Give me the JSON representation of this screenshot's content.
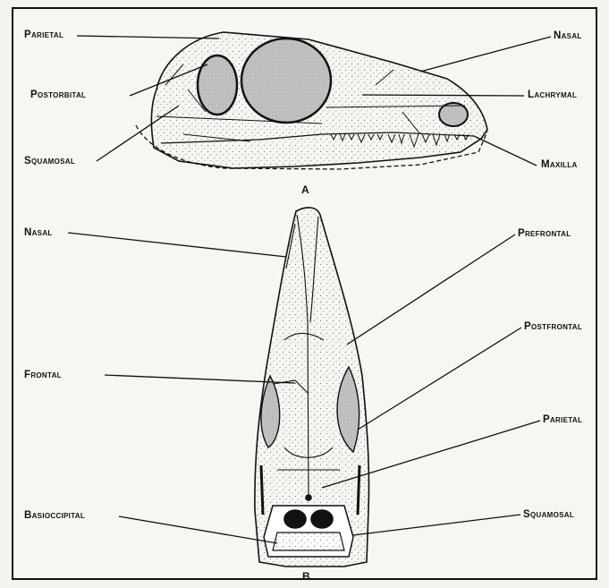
{
  "figure_a": {
    "caption": "A",
    "labels": {
      "parietal": "Parietal",
      "postorbital": "Postorbital",
      "squamosal": "Squamosal",
      "nasal": "Nasal",
      "lachrymal": "Lachrymal",
      "maxilla": "Maxilla"
    }
  },
  "figure_b": {
    "caption": "B",
    "labels": {
      "nasal": "Nasal",
      "frontal": "Frontal",
      "basioccipital": "Basioccipital",
      "prefrontal": "Prefrontal",
      "postfrontal": "Postfrontal",
      "parietal": "Parietal",
      "squamosal": "Squamosal"
    }
  },
  "colors": {
    "ink": "#111111",
    "bone": "#f0efe9",
    "stipple": "#7a7a7a",
    "opening": "#bdbdbd"
  }
}
